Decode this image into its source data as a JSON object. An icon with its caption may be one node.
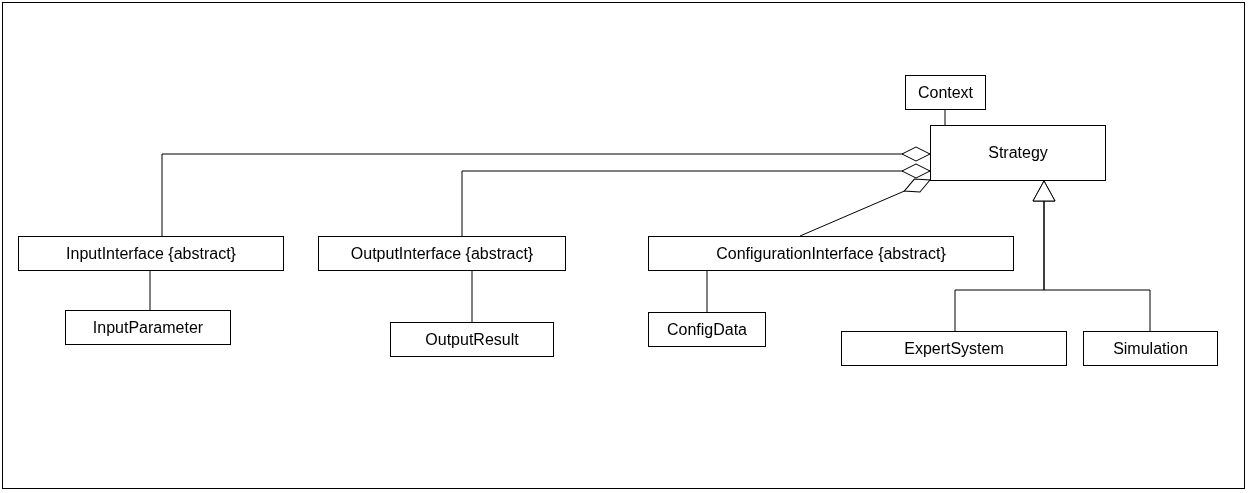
{
  "diagram": {
    "nodes": [
      {
        "text": [
          "Context"
        ]
      },
      {
        "text": [
          "Strategy"
        ]
      },
      {
        "text": [
          "InputInterface {abstract}"
        ]
      },
      {
        "text": [
          "OutputInterface {abstract}"
        ]
      },
      {
        "text": [
          "ConfigurationInterface {abstract}"
        ]
      },
      {
        "text": [
          "InputParameter"
        ]
      },
      {
        "text": [
          "OutputResult"
        ]
      },
      {
        "text": [
          "ConfigData"
        ]
      },
      {
        "text": [
          "ExpertSystem"
        ]
      },
      {
        "text": [
          "Simulation"
        ]
      }
    ],
    "edges": [
      {
        "from": 0,
        "to": 1,
        "arrow": "none"
      },
      {
        "from": 2,
        "to": 1,
        "arrow": "other"
      },
      {
        "from": 3,
        "to": 1,
        "arrow": "other"
      },
      {
        "from": 4,
        "to": 1,
        "arrow": "other"
      },
      {
        "from": 8,
        "to": 1,
        "arrow": "to"
      },
      {
        "from": 9,
        "to": 1,
        "arrow": "to"
      },
      {
        "from": 2,
        "to": 5,
        "arrow": "none"
      },
      {
        "from": 3,
        "to": 6,
        "arrow": "none"
      },
      {
        "from": 4,
        "to": 7,
        "arrow": "none"
      }
    ]
  }
}
